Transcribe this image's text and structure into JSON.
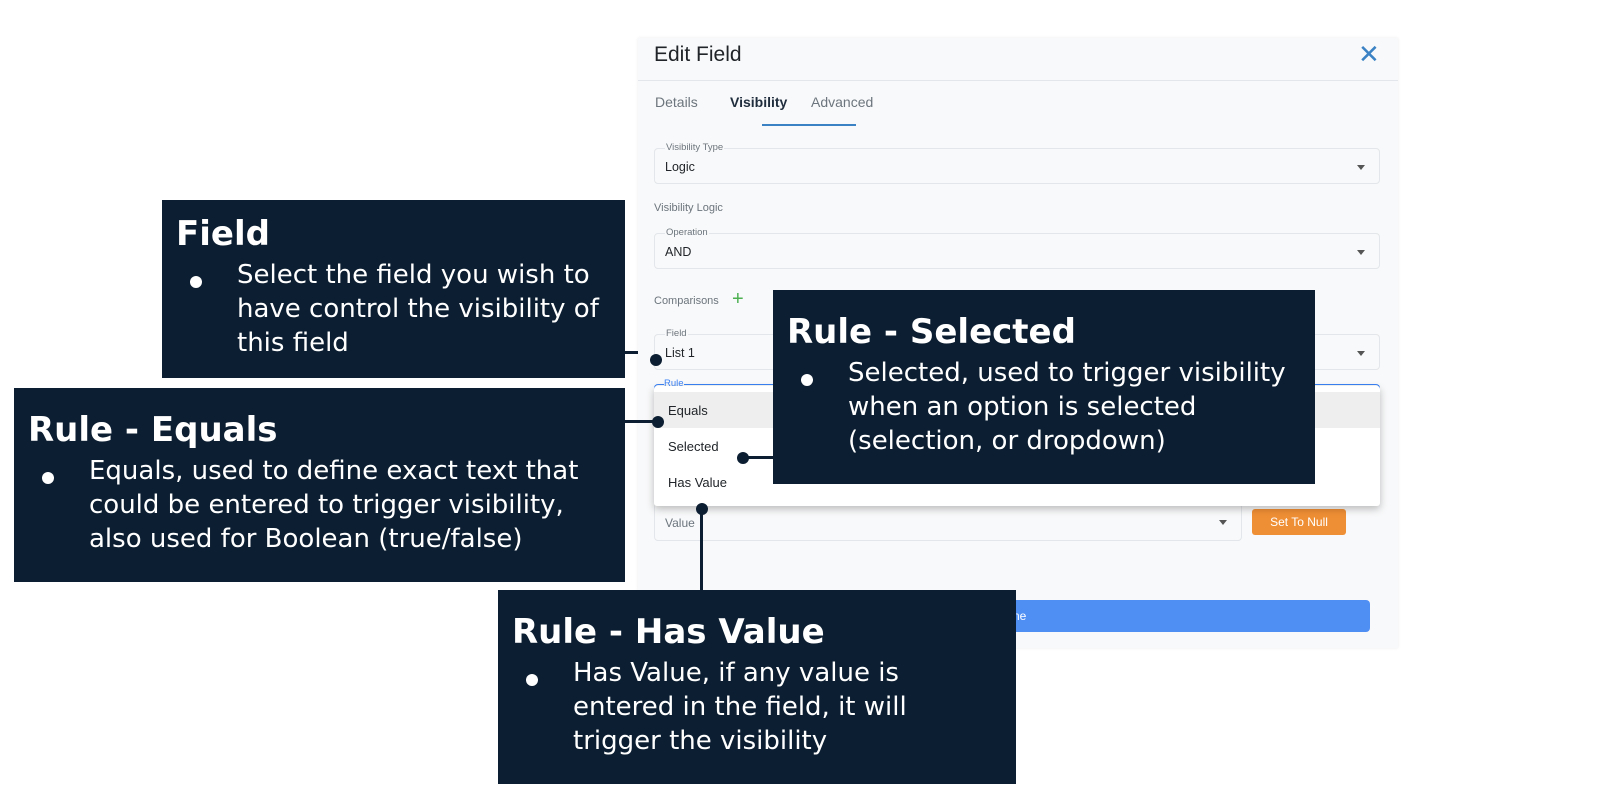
{
  "dialog": {
    "title": "Edit Field",
    "tabs": [
      {
        "label": "Details"
      },
      {
        "label": "Visibility"
      },
      {
        "label": "Advanced"
      }
    ],
    "active_tab": "Visibility",
    "visibility_type": {
      "label": "Visibility Type",
      "value": "Logic"
    },
    "visibility_logic_label": "Visibility Logic",
    "operation": {
      "label": "Operation",
      "value": "AND"
    },
    "comparisons_label": "Comparisons",
    "field": {
      "label": "Field",
      "value": "List 1"
    },
    "rule_label": "Rule",
    "rule_options": [
      {
        "label": "Equals"
      },
      {
        "label": "Selected"
      },
      {
        "label": "Has Value"
      }
    ],
    "value_placeholder": "Value",
    "set_to_null_label": "Set To Null",
    "done_label": "Done",
    "colors": {
      "accent": "#3b82c4",
      "primary_button": "#4f8ff4",
      "null_button": "#ef8f35",
      "add_icon": "#4caf50"
    }
  },
  "callouts": {
    "field": {
      "title": "Field",
      "text_lines": [
        "Select the field you wish to",
        "have control the visibility of",
        "this field"
      ]
    },
    "equals": {
      "title": "Rule - Equals",
      "text_lines": [
        "Equals, used to define exact text that",
        "could be entered to trigger visibility,",
        "also used for Boolean (true/false)"
      ]
    },
    "selected": {
      "title": "Rule - Selected",
      "text_lines": [
        "Selected, used to trigger visibility",
        "when an option is selected",
        "(selection, or dropdown)"
      ]
    },
    "has_value": {
      "title": "Rule - Has Value",
      "text_lines": [
        "Has Value, if any value is",
        "entered in the field, it will",
        "trigger the visibility"
      ]
    },
    "background_color": "#0c1e31"
  }
}
